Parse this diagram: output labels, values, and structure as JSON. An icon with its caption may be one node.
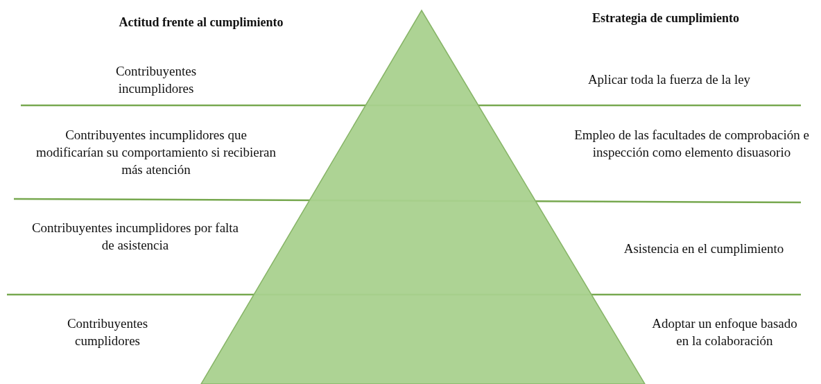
{
  "diagram": {
    "labels": [
      "Actitud frente al cumplimiento",
      "Estrategia de cumplimiento",
      "Contribuyentes incumplidores",
      "Aplicar toda la fuerza de la ley",
      "Contribuyentes incumplidores que modificarían su comportamiento si recibieran más atención",
      "Empleo de las facultades de comprobación e inspección como elemento disuasorio",
      "Contribuyentes incumplidores por falta de asistencia",
      "Asistencia en el cumplimiento",
      "Contribuyentes cumplidores",
      "Adoptar un enfoque basado en la colaboración"
    ]
  }
}
